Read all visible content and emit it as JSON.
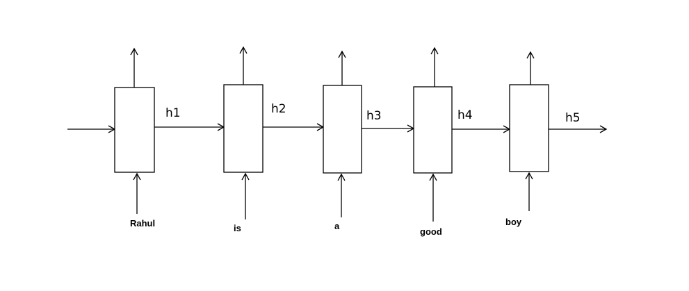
{
  "diagram": {
    "cells": [
      {
        "input_word": "Rahul",
        "hidden_label": "h1"
      },
      {
        "input_word": "is",
        "hidden_label": "h2"
      },
      {
        "input_word": "a",
        "hidden_label": "h3"
      },
      {
        "input_word": "good",
        "hidden_label": "h4"
      },
      {
        "input_word": "boy",
        "hidden_label": "h5"
      }
    ]
  }
}
